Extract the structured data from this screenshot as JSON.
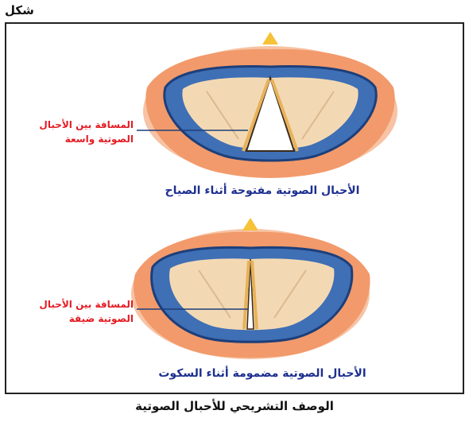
{
  "header": {
    "figure_label": "شكل"
  },
  "open_panel": {
    "side_label_line1": "المسافة بين الأحبال",
    "side_label_line2": "الصوتية واسعة",
    "caption": "الأحبال الصوتية مفتوحة أثناء الصياح"
  },
  "closed_panel": {
    "side_label_line1": "المسافة بين الأحبال",
    "side_label_line2": "الصوتية ضيقة",
    "caption": "الأحبال الصوتية مضمومة أثناء السكوت"
  },
  "footer": {
    "title": "الوصف التشريحي للأحبال الصوتية"
  },
  "colors": {
    "tissue_orange": "#f29a6b",
    "tissue_pink": "#f7c3a4",
    "cartilage_beige": "#f3d9b3",
    "fold_blue": "#3f6fb5",
    "fold_outline": "#1d3f7a",
    "label_red": "#e31b23",
    "caption_blue": "#1d2f8f",
    "accent_yellow": "#f6c238"
  }
}
